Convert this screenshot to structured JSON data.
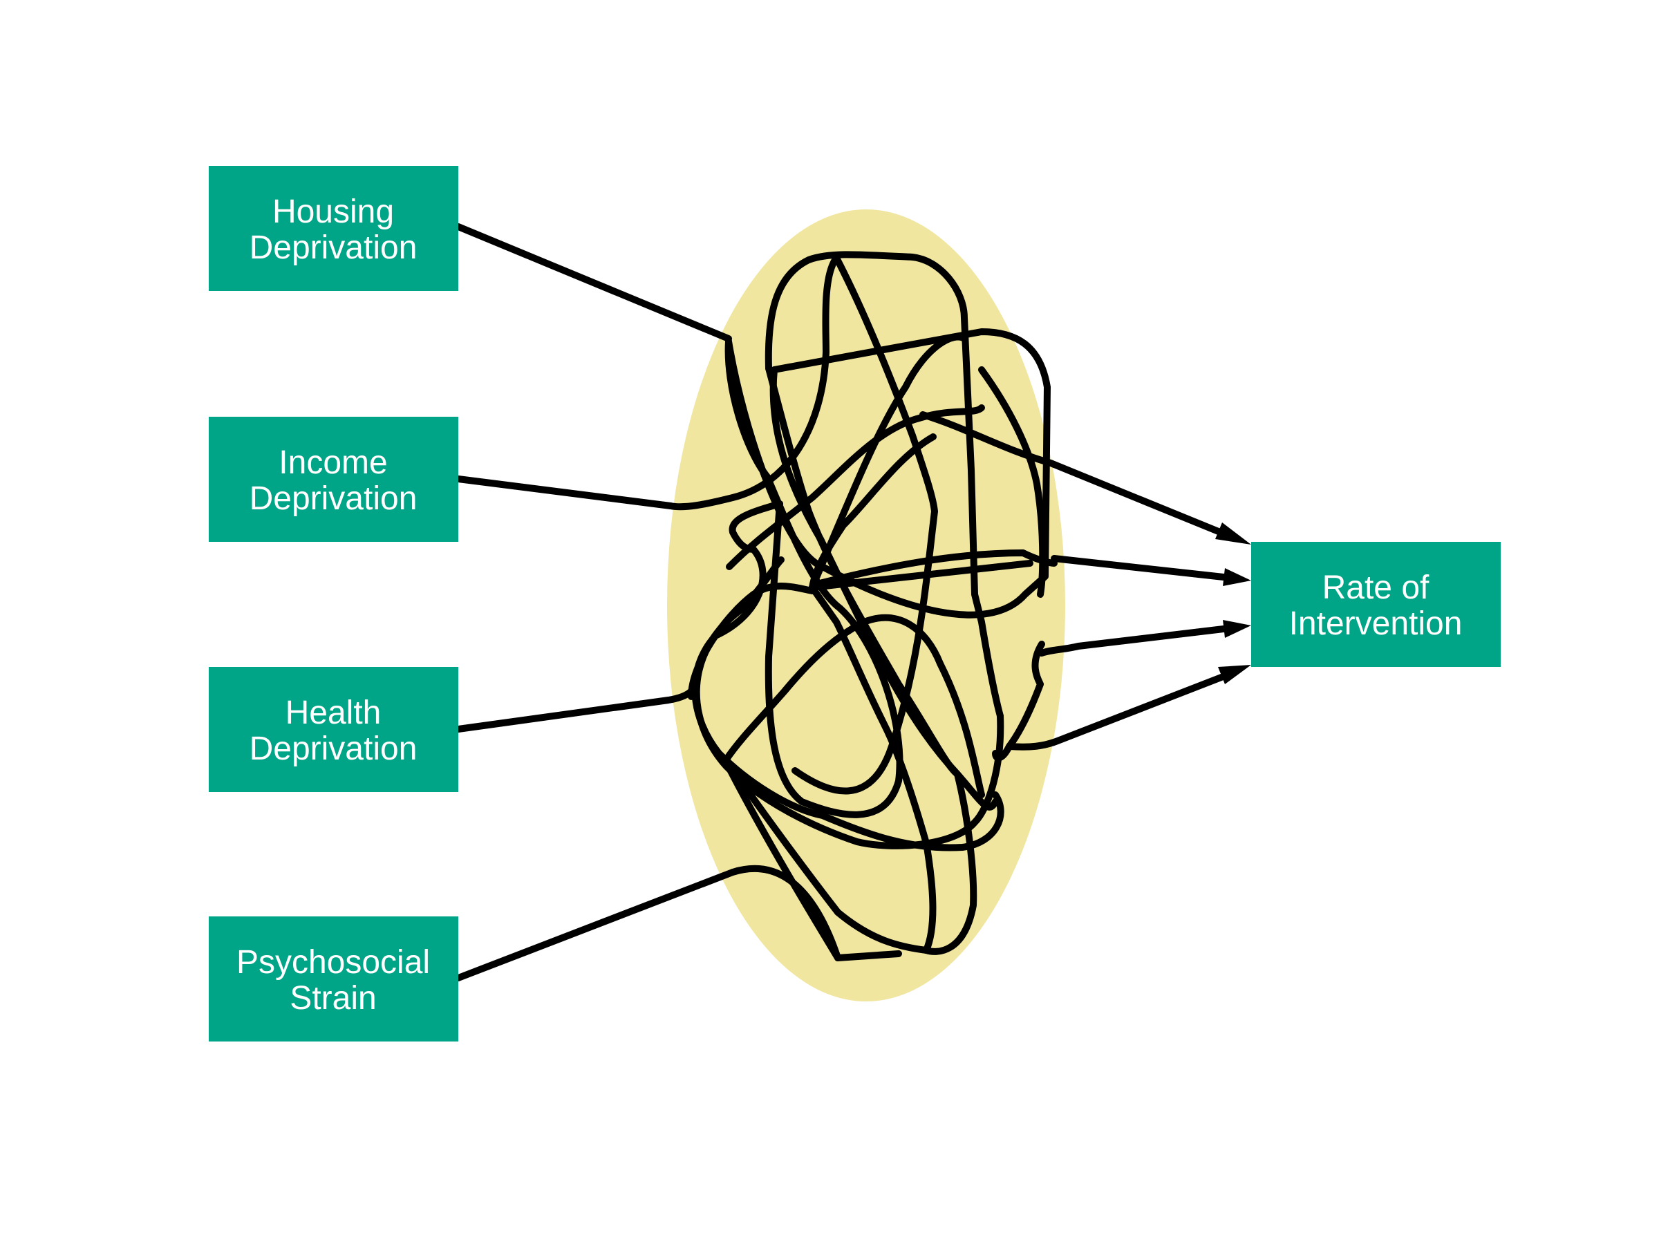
{
  "diagram": {
    "inputs": [
      {
        "line1": "Housing",
        "line2": "Deprivation"
      },
      {
        "line1": "Income",
        "line2": "Deprivation"
      },
      {
        "line1": "Health",
        "line2": "Deprivation"
      },
      {
        "line1": "Psychosocial",
        "line2": "Strain"
      }
    ],
    "output": {
      "line1": "Rate of",
      "line2": "Intervention"
    },
    "colors": {
      "box": "#00a487",
      "box_text": "#ffffff",
      "ellipse": "#f0e6a0",
      "lines": "#000000"
    }
  }
}
